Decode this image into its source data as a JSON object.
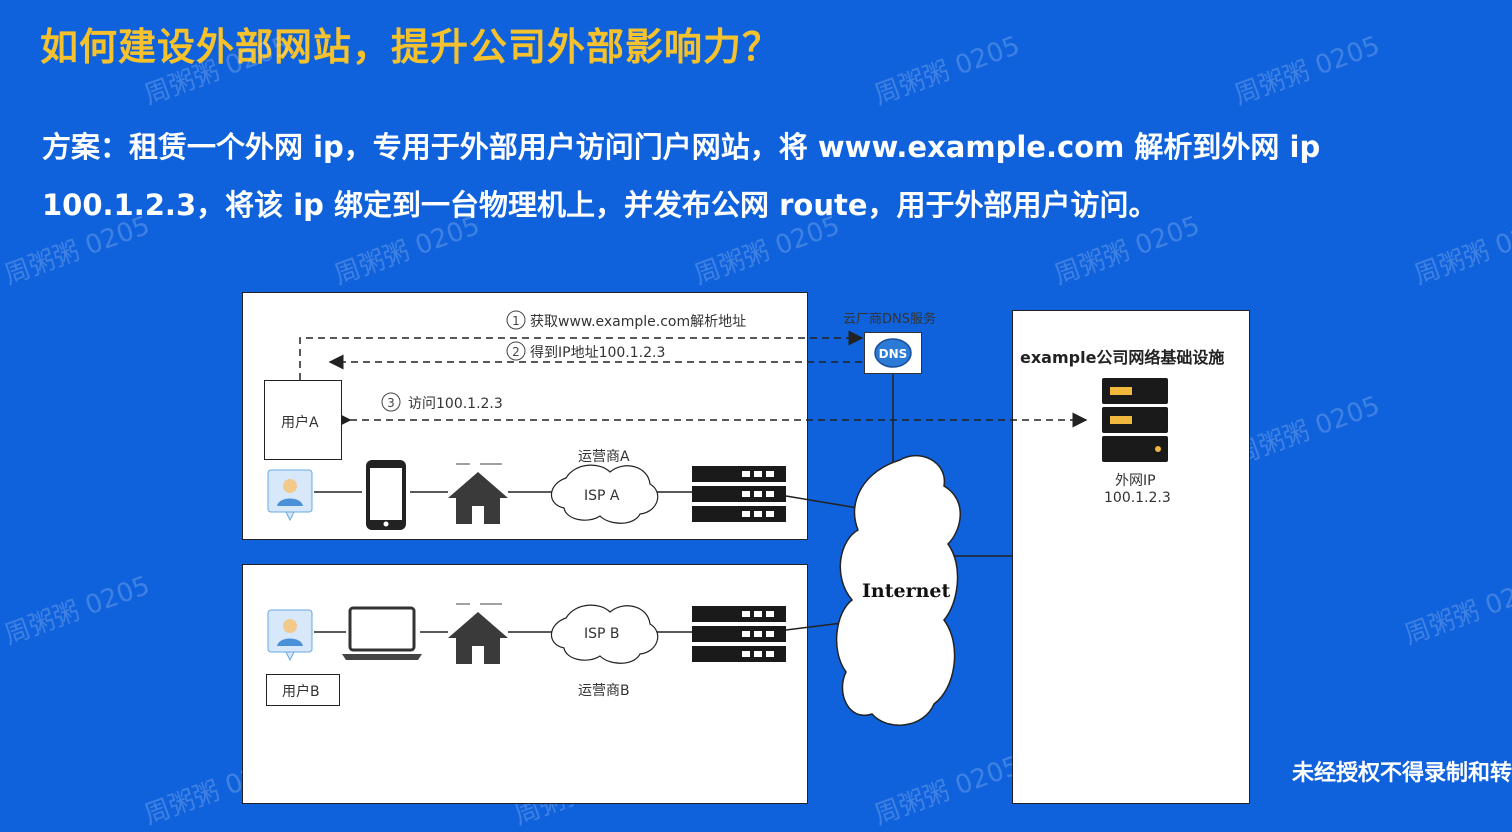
{
  "title": "如何建设外部网站，提升公司外部影响力？",
  "paragraph_line1": "方案：租赁一个外网 ip，专用于外部用户访问门户网站，将 www.example.com 解析到外网 ip",
  "paragraph_line2": "100.1.2.3，将该 ip 绑定到一台物理机上，并发布公网 route，用于外部用户访问。",
  "watermark": "周粥粥 0205",
  "footer_text": "未经授权不得录制和转",
  "diagram": {
    "dns_service_label": "云厂商DNS服务",
    "dns_icon_text": "DNS",
    "step1": "获取www.example.com解析地址",
    "step2": "得到IP地址100.1.2.3",
    "step3": "访问100.1.2.3",
    "step1_num": "1",
    "step2_num": "2",
    "step3_num": "3",
    "userA": "用户A",
    "userB": "用户B",
    "ispA_carrier": "运营商A",
    "ispB_carrier": "运营商B",
    "ispA": "ISP A",
    "ispB": "ISP B",
    "internet": "Internet",
    "infra_title": "example公司网络基础设施",
    "server_label": "外网IP",
    "server_ip": "100.1.2.3"
  },
  "colors": {
    "background": "#0f62dc",
    "title": "#f5c12c",
    "server": "#1a1a1a",
    "server_led": "#f0b83c"
  }
}
